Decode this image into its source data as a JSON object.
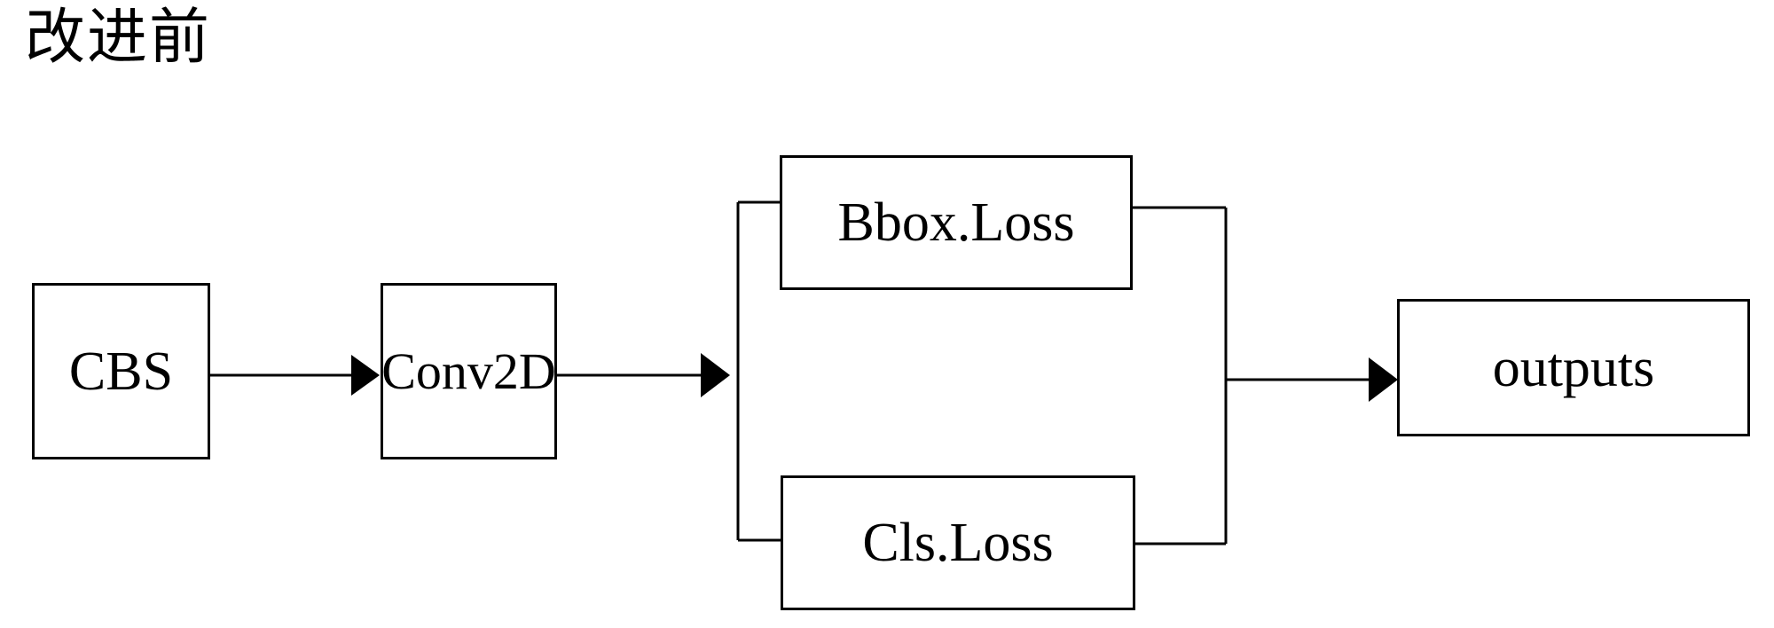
{
  "title": "改进前",
  "diagram": {
    "type": "flowchart",
    "orientation": "left-to-right",
    "background_color": "#ffffff",
    "stroke_color": "#000000",
    "nodes": [
      {
        "id": "cbs",
        "label": "CBS",
        "shape": "rectangle"
      },
      {
        "id": "conv2d",
        "label": "Conv2D",
        "shape": "rectangle"
      },
      {
        "id": "bbox_loss",
        "label": "Bbox.Loss",
        "shape": "rectangle"
      },
      {
        "id": "cls_loss",
        "label": "Cls.Loss",
        "shape": "rectangle"
      },
      {
        "id": "outputs",
        "label": "outputs",
        "shape": "rectangle"
      }
    ],
    "edges": [
      {
        "from": "cbs",
        "to": "conv2d",
        "arrow": true
      },
      {
        "from": "conv2d",
        "to": "split",
        "arrow": true
      },
      {
        "from": "split",
        "to": "bbox_loss",
        "arrow": false
      },
      {
        "from": "split",
        "to": "cls_loss",
        "arrow": false
      },
      {
        "from": "bbox_loss",
        "to": "merge",
        "arrow": false
      },
      {
        "from": "cls_loss",
        "to": "merge",
        "arrow": false
      },
      {
        "from": "merge",
        "to": "outputs",
        "arrow": true
      }
    ]
  }
}
